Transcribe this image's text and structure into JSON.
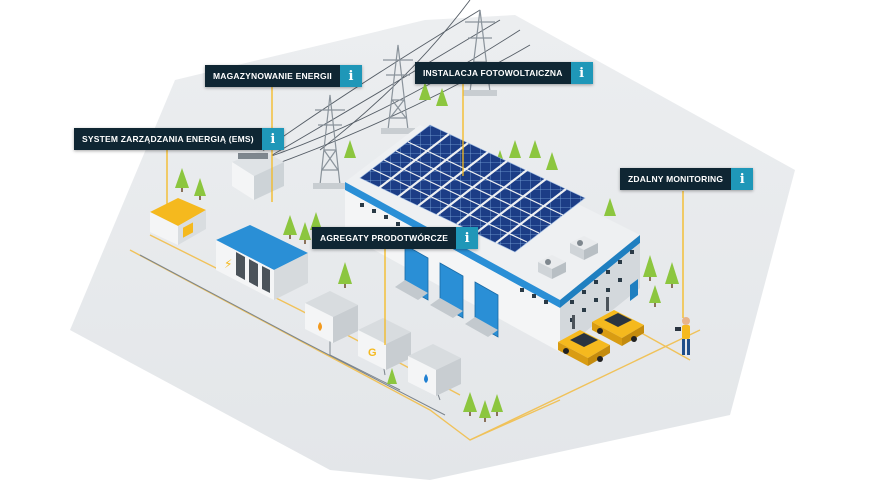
{
  "labels": {
    "ems": "System zarządzania energią (EMS)",
    "storage": "Magazynowanie energii",
    "pv": "Instalacja fotowoltaiczna",
    "gensets": "Agregaty prodotwórcze",
    "monitoring": "Zdalny monitoring"
  },
  "info_glyph": "i",
  "building_icons": {
    "storage": "⚡",
    "gas": "G"
  },
  "colors": {
    "label_bg": "#0f2633",
    "info_bg": "#1f97b8",
    "accent_yellow": "#f5b91e",
    "roof_blue": "#2a8fd6",
    "panel_blue": "#1e3f8a",
    "ground": "#e9ecef"
  }
}
